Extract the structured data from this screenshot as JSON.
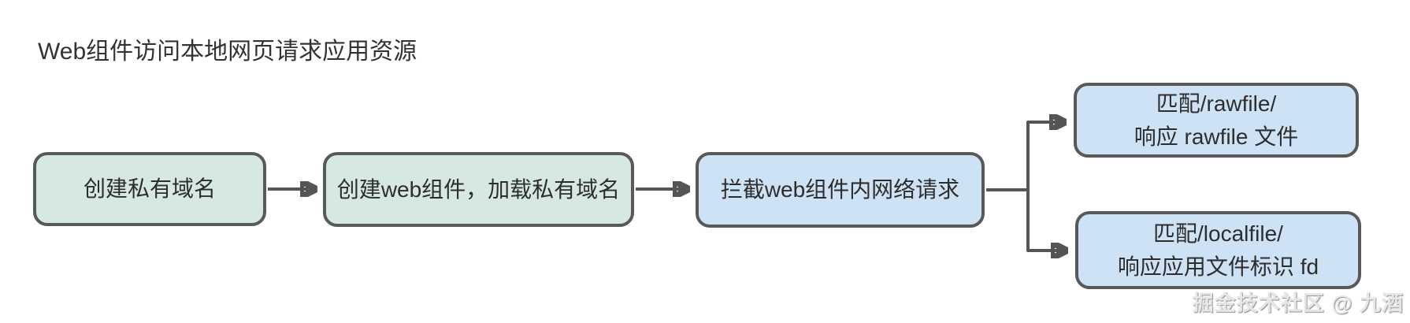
{
  "title": "Web组件访问本地网页请求应用资源",
  "watermark": "掘金技术社区 @ 九酒",
  "colors": {
    "bg": "#ffffff",
    "box_green": "#d6e9e1",
    "box_blue": "#cde2f4",
    "border": "#595959",
    "arrow": "#555555",
    "title_text": "#333333",
    "box_text": "#2d2d2d",
    "watermark_text": "#e6e6e6"
  },
  "flowchart": {
    "nodes": [
      {
        "id": "node-create-domain",
        "label": "创建私有域名",
        "color": "green"
      },
      {
        "id": "node-create-web",
        "label": "创建web组件，加载私有域名",
        "color": "green"
      },
      {
        "id": "node-intercept",
        "label": "拦截web组件内网络请求",
        "color": "blue"
      },
      {
        "id": "node-rawfile",
        "label_line1": "匹配/rawfile/",
        "label_line2": "响应 rawfile 文件",
        "color": "blue"
      },
      {
        "id": "node-localfile",
        "label_line1": "匹配/localfile/",
        "label_line2": "响应应用文件标识 fd",
        "color": "blue"
      }
    ],
    "edges": [
      {
        "from": "node-create-domain",
        "to": "node-create-web"
      },
      {
        "from": "node-create-web",
        "to": "node-intercept"
      },
      {
        "from": "node-intercept",
        "to": "node-rawfile"
      },
      {
        "from": "node-intercept",
        "to": "node-localfile"
      }
    ]
  }
}
